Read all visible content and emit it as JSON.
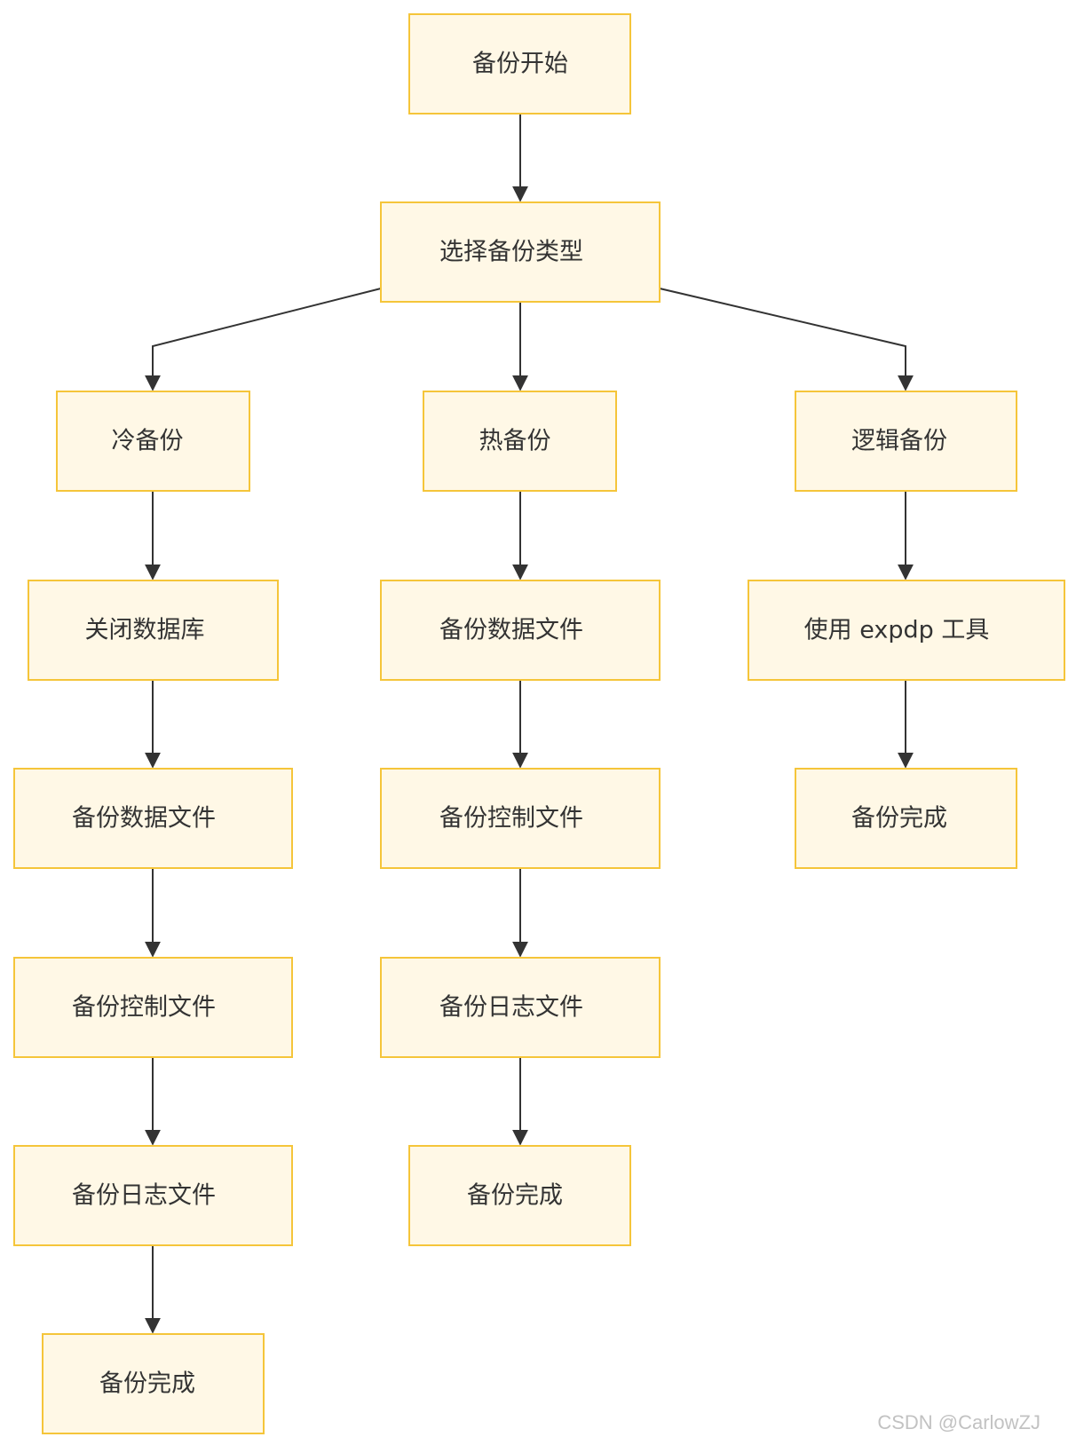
{
  "diagram": {
    "nodes": [
      {
        "id": "start",
        "label": "备份开始"
      },
      {
        "id": "choose",
        "label": "选择备份类型"
      },
      {
        "id": "cold",
        "label": "冷备份"
      },
      {
        "id": "hot",
        "label": "热备份"
      },
      {
        "id": "logical",
        "label": "逻辑备份"
      },
      {
        "id": "close_db",
        "label": "关闭数据库"
      },
      {
        "id": "hot_datafile",
        "label": "备份数据文件"
      },
      {
        "id": "expdp",
        "label": "使用 expdp 工具"
      },
      {
        "id": "cold_datafile",
        "label": "备份数据文件"
      },
      {
        "id": "hot_ctlfile",
        "label": "备份控制文件"
      },
      {
        "id": "logical_done",
        "label": "备份完成"
      },
      {
        "id": "cold_ctlfile",
        "label": "备份控制文件"
      },
      {
        "id": "hot_logfile",
        "label": "备份日志文件"
      },
      {
        "id": "cold_logfile",
        "label": "备份日志文件"
      },
      {
        "id": "hot_done",
        "label": "备份完成"
      },
      {
        "id": "cold_done",
        "label": "备份完成"
      }
    ],
    "edges": [
      {
        "from": "start",
        "to": "choose"
      },
      {
        "from": "choose",
        "to": "cold"
      },
      {
        "from": "choose",
        "to": "hot"
      },
      {
        "from": "choose",
        "to": "logical"
      },
      {
        "from": "cold",
        "to": "close_db"
      },
      {
        "from": "close_db",
        "to": "cold_datafile"
      },
      {
        "from": "cold_datafile",
        "to": "cold_ctlfile"
      },
      {
        "from": "cold_ctlfile",
        "to": "cold_logfile"
      },
      {
        "from": "cold_logfile",
        "to": "cold_done"
      },
      {
        "from": "hot",
        "to": "hot_datafile"
      },
      {
        "from": "hot_datafile",
        "to": "hot_ctlfile"
      },
      {
        "from": "hot_ctlfile",
        "to": "hot_logfile"
      },
      {
        "from": "hot_logfile",
        "to": "hot_done"
      },
      {
        "from": "logical",
        "to": "expdp"
      },
      {
        "from": "expdp",
        "to": "logical_done"
      }
    ]
  },
  "watermark": "CSDN @CarlowZJ",
  "colors": {
    "node_fill": "#fff8e6",
    "node_border": "#f5c53a",
    "edge": "#333333",
    "text": "#333333",
    "watermark": "#c2c2c2"
  }
}
